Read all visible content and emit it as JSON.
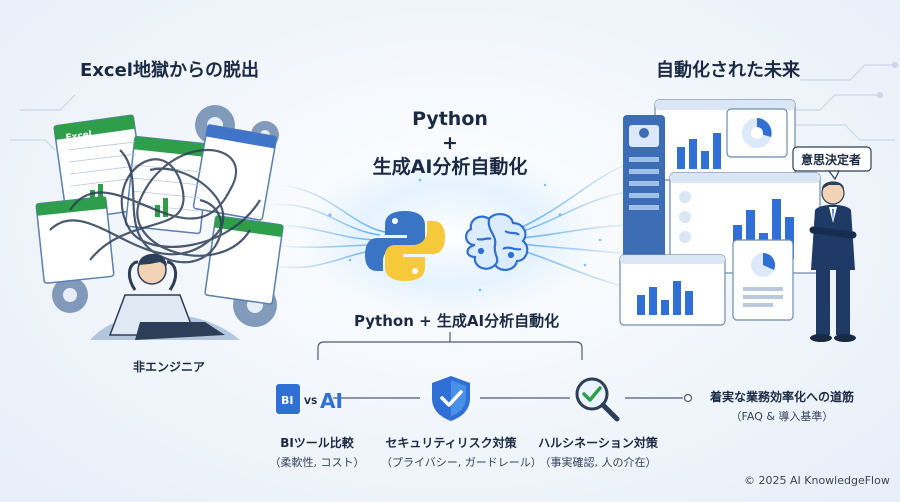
{
  "left": {
    "title": "Excel地獄からの脱出",
    "caption": "非エンジニア",
    "sheet_label": "Excel"
  },
  "center": {
    "title_line1": "Python",
    "title_line2": "+",
    "title_line3": "生成AI分析自動化",
    "subtitle": "Python + 生成AI分析自動化"
  },
  "right": {
    "title": "自動化された未来",
    "speech_bubble": "意思決定者"
  },
  "steps": [
    {
      "icon": "bi-vs-ai-icon",
      "bi": "BI",
      "vs": "VS",
      "ai": "AI",
      "label": "BIツール比較",
      "sub": "（柔軟性, コスト）"
    },
    {
      "icon": "shield-check-icon",
      "label": "セキュリティリスク対策",
      "sub": "（プライバシー, ガードレール）"
    },
    {
      "icon": "magnifier-check-icon",
      "label": "ハルシネーション対策",
      "sub": "（事実確認, 人の介在）"
    }
  ],
  "goal": {
    "label": "着実な業務効率化への道筋",
    "sub": "（FAQ & 導入基準）"
  },
  "copyright": "© 2025 AI KnowledgeFlow",
  "colors": {
    "navy": "#1b2a44",
    "blue": "#2f6fd6",
    "light_blue": "#5aa9f0",
    "green": "#2e9e4a",
    "python_yellow": "#f5c93a"
  }
}
